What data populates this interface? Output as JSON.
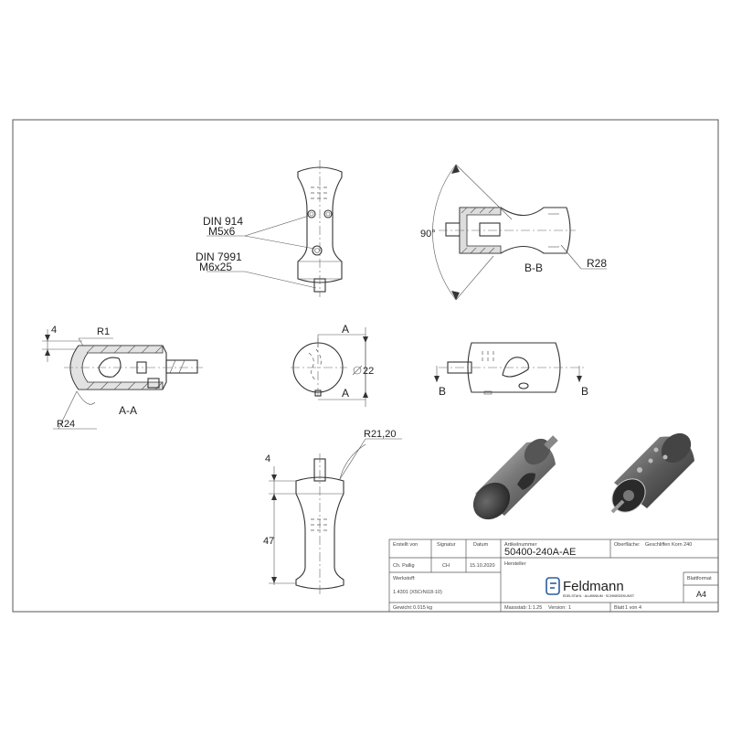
{
  "annotations": {
    "din914": "DIN 914",
    "m5x6": "M5x6",
    "din7991": "DIN 7991",
    "m6x25": "M6x25",
    "angle": "90°",
    "section_bb": "B-B",
    "r28": "R28",
    "dim4_top": "4",
    "r1": "R1",
    "section_aa": "A-A",
    "r24": "R24",
    "cut_a_top": "A",
    "cut_a_bottom": "A",
    "dia22": "22",
    "cut_b_left": "B",
    "cut_b_right": "B",
    "r21_20": "R21,20",
    "dim4_bottom": "4",
    "dim47": "47"
  },
  "title_block": {
    "col_created_by": "Erstellt von",
    "col_signature": "Signatur",
    "col_date": "Datum",
    "created_by": "Ch. Pallig",
    "signature": "CH",
    "date": "15.10.2020",
    "label_article_no": "Artikelnummer",
    "article_no": "50400-240A-AE",
    "label_surface": "Oberfläche:",
    "surface": "Geschliffen Korn 240",
    "label_manufacturer": "Hersteller",
    "label_material": "Werkstoff:",
    "material": "1.4301 (X5CrNi18-10)",
    "label_sheet_format": "Blattformat",
    "sheet_format": "A4",
    "label_weight": "Gewicht:",
    "weight": "0.015 kg",
    "label_scale": "Massstab:",
    "scale": "1:1.25",
    "label_version": "Version:",
    "version": "1",
    "label_sheet": "Blatt",
    "sheet": "1 von 4",
    "logo_name": "Feldmann",
    "logo_tagline": "EDELSTAHL · ALUMINIUM · SCHMIEDEKUNST",
    "logo_color": "#2a5d9f"
  },
  "icons": {
    "logo": "feldmann-logo-icon",
    "diameter": "diameter-symbol-icon"
  }
}
